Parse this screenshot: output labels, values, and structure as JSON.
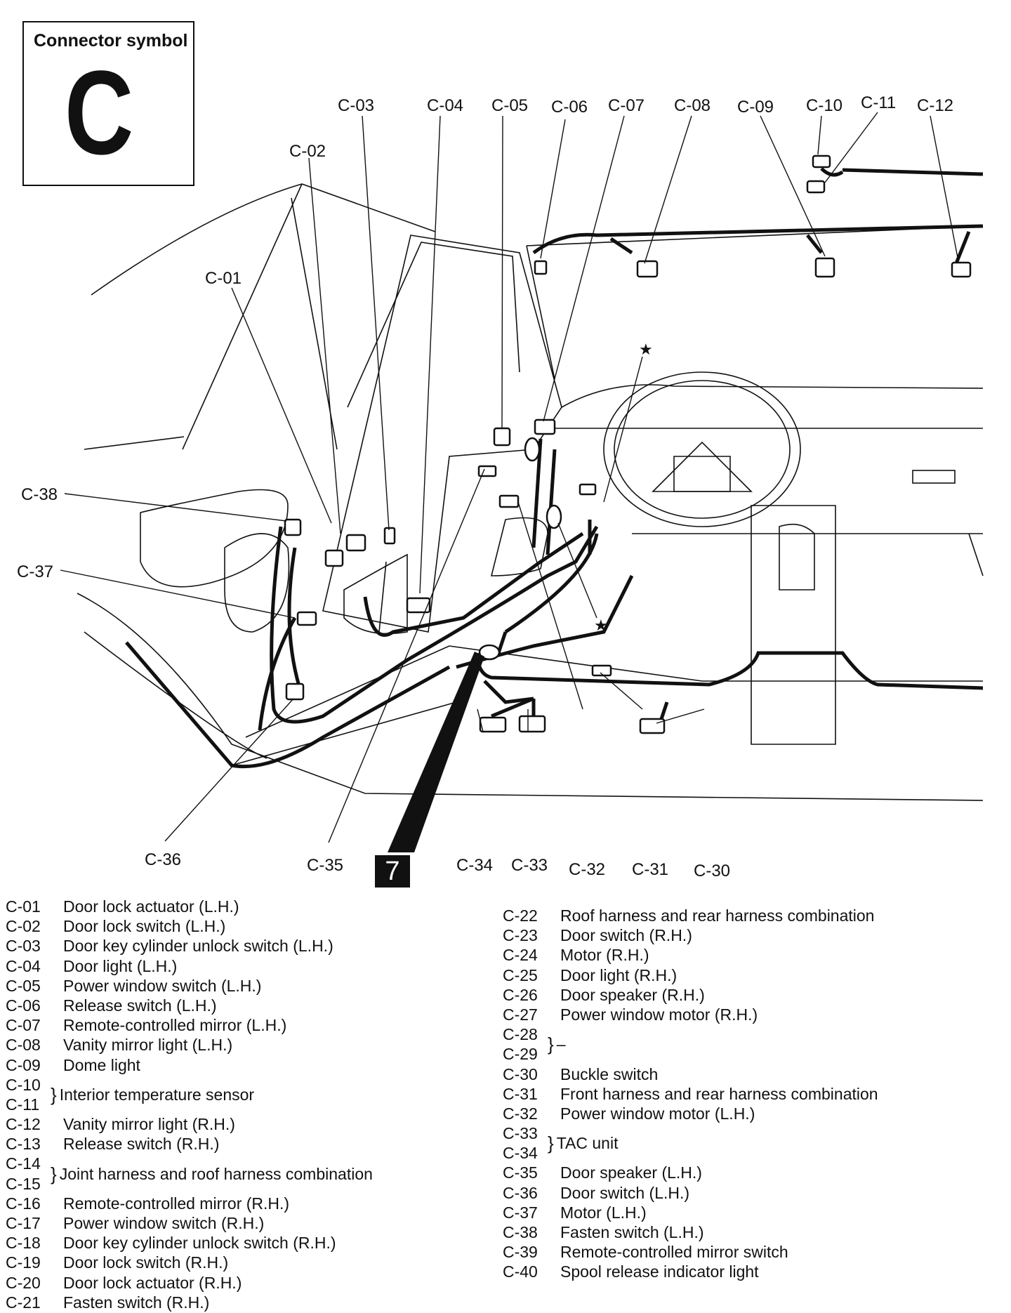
{
  "header": {
    "title": "Connector symbol",
    "symbol": "C"
  },
  "page_badge": "7",
  "callouts": [
    "C-01",
    "C-02",
    "C-03",
    "C-04",
    "C-05",
    "C-06",
    "C-07",
    "C-08",
    "C-09",
    "C-10",
    "C-11",
    "C-12",
    "C-30",
    "C-31",
    "C-32",
    "C-33",
    "C-34",
    "C-35",
    "C-36",
    "C-37",
    "C-38"
  ],
  "legend_left": [
    {
      "code": "C-01",
      "desc": "Door lock actuator (L.H.)"
    },
    {
      "code": "C-02",
      "desc": "Door lock switch (L.H.)"
    },
    {
      "code": "C-03",
      "desc": "Door key cylinder unlock switch (L.H.)"
    },
    {
      "code": "C-04",
      "desc": "Door light (L.H.)"
    },
    {
      "code": "C-05",
      "desc": "Power window switch (L.H.)"
    },
    {
      "code": "C-06",
      "desc": "Release switch (L.H.)"
    },
    {
      "code": "C-07",
      "desc": "Remote-controlled mirror (L.H.)"
    },
    {
      "code": "C-08",
      "desc": "Vanity mirror light (L.H.)"
    },
    {
      "code": "C-09",
      "desc": "Dome light"
    },
    {
      "codes": [
        "C-10",
        "C-11"
      ],
      "desc": "Interior temperature sensor"
    },
    {
      "code": "C-12",
      "desc": "Vanity mirror light (R.H.)"
    },
    {
      "code": "C-13",
      "desc": "Release switch (R.H.)"
    },
    {
      "codes": [
        "C-14",
        "C-15"
      ],
      "desc": "Joint harness and roof harness combination"
    },
    {
      "code": "C-16",
      "desc": "Remote-controlled mirror (R.H.)"
    },
    {
      "code": "C-17",
      "desc": "Power window switch (R.H.)"
    },
    {
      "code": "C-18",
      "desc": "Door key cylinder unlock switch (R.H.)"
    },
    {
      "code": "C-19",
      "desc": "Door lock switch (R.H.)"
    },
    {
      "code": "C-20",
      "desc": "Door lock actuator (R.H.)"
    },
    {
      "code": "C-21",
      "desc": "Fasten switch (R.H.)"
    }
  ],
  "legend_right": [
    {
      "code": "C-22",
      "desc": "Roof harness and rear harness combination"
    },
    {
      "code": "C-23",
      "desc": "Door switch (R.H.)"
    },
    {
      "code": "C-24",
      "desc": "Motor (R.H.)"
    },
    {
      "code": "C-25",
      "desc": "Door light (R.H.)"
    },
    {
      "code": "C-26",
      "desc": "Door speaker (R.H.)"
    },
    {
      "code": "C-27",
      "desc": "Power window motor (R.H.)"
    },
    {
      "codes": [
        "C-28",
        "C-29"
      ],
      "desc": "–"
    },
    {
      "code": "C-30",
      "desc": "Buckle switch"
    },
    {
      "code": "C-31",
      "desc": "Front harness and rear harness combination"
    },
    {
      "code": "C-32",
      "desc": "Power window motor (L.H.)"
    },
    {
      "codes": [
        "C-33",
        "C-34"
      ],
      "desc": "TAC unit"
    },
    {
      "code": "C-35",
      "desc": "Door speaker (L.H.)"
    },
    {
      "code": "C-36",
      "desc": "Door switch (L.H.)"
    },
    {
      "code": "C-37",
      "desc": "Motor (L.H.)"
    },
    {
      "code": "C-38",
      "desc": "Fasten switch (L.H.)"
    },
    {
      "code": "C-39",
      "desc": "Remote-controlled mirror switch"
    },
    {
      "code": "C-40",
      "desc": "Spool release indicator light"
    }
  ]
}
